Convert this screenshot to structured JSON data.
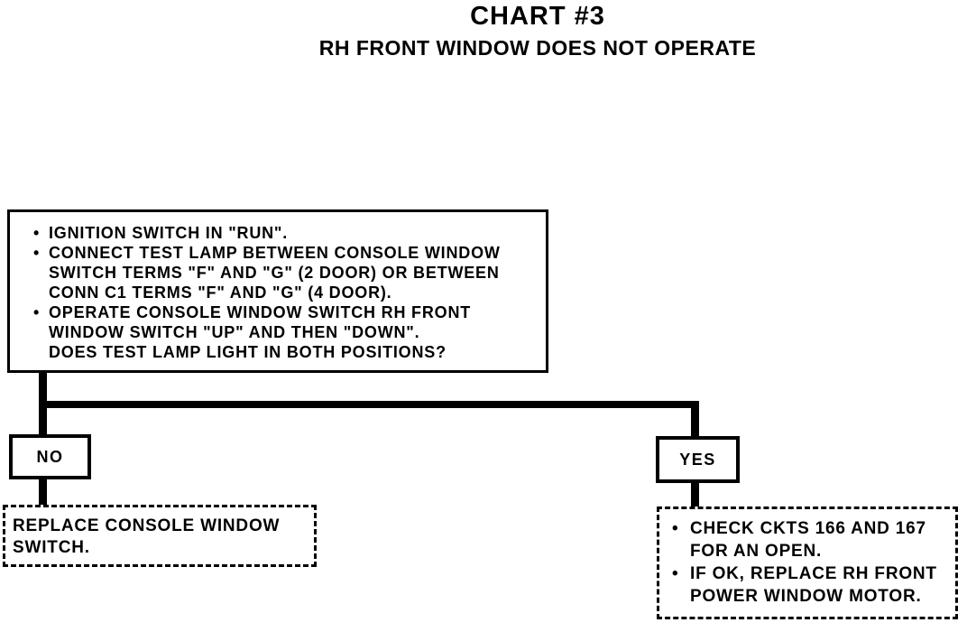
{
  "page": {
    "title": "CHART #3",
    "subtitle": "RH FRONT WINDOW DOES NOT OPERATE"
  },
  "test_box": {
    "lines": [
      {
        "bullet": "•",
        "text": "IGNITION SWITCH IN \"RUN\"."
      },
      {
        "bullet": "•",
        "text": "CONNECT TEST LAMP BETWEEN CONSOLE WINDOW"
      },
      {
        "text": "SWITCH TERMS \"F\" AND \"G\" (2 DOOR) OR BETWEEN"
      },
      {
        "text": "CONN C1 TERMS \"F\" AND \"G\" (4 DOOR)."
      },
      {
        "bullet": "•",
        "text": "OPERATE CONSOLE WINDOW SWITCH RH FRONT"
      },
      {
        "text": "WINDOW SWITCH \"UP\" AND THEN \"DOWN\"."
      },
      {
        "text": "DOES TEST LAMP LIGHT IN BOTH POSITIONS?"
      }
    ]
  },
  "branches": {
    "no_label": "NO",
    "yes_label": "YES"
  },
  "no_action_box": {
    "lines": [
      {
        "text": "REPLACE CONSOLE WINDOW"
      },
      {
        "text": "SWITCH."
      }
    ]
  },
  "yes_action_box": {
    "lines": [
      {
        "bullet": "•",
        "text": "CHECK CKTS 166 AND 167"
      },
      {
        "text": "FOR AN OPEN."
      },
      {
        "bullet": "•",
        "text": "IF OK, REPLACE RH FRONT"
      },
      {
        "text": "POWER WINDOW MOTOR."
      }
    ]
  },
  "colors": {
    "ink": "#000000",
    "paper": "#ffffff"
  }
}
